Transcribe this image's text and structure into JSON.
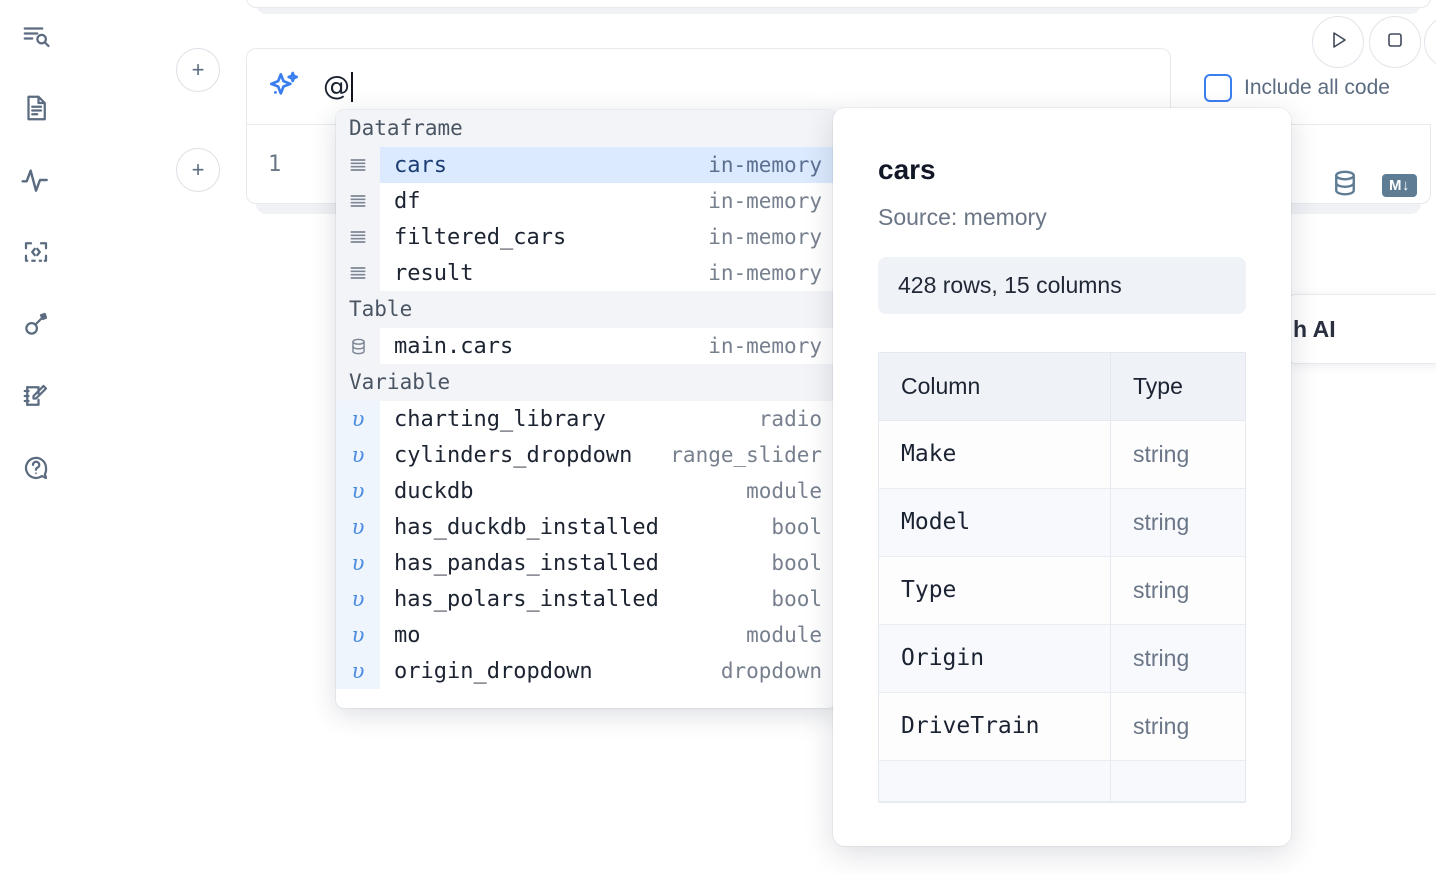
{
  "rail": {
    "items": [
      {
        "icon": "file-search-icon",
        "name": "sidebar-item-explore"
      },
      {
        "icon": "document-icon",
        "name": "sidebar-item-notebook"
      },
      {
        "icon": "activity-icon",
        "name": "sidebar-item-runtime"
      },
      {
        "icon": "code-snippet-icon",
        "name": "sidebar-item-snippets"
      },
      {
        "icon": "key-icon",
        "name": "sidebar-item-secrets"
      },
      {
        "icon": "notepad-edit-icon",
        "name": "sidebar-item-scratchpad"
      },
      {
        "icon": "help-chat-icon",
        "name": "sidebar-item-help"
      }
    ]
  },
  "toolbar": {
    "add_cell_label": "+",
    "run_icon": "play-icon",
    "stop_icon": "stop-square-icon",
    "include_all_code_label": "Include all code",
    "include_all_code_checked": false
  },
  "ai_prompt": {
    "icon": "sparkles-icon",
    "value": "@",
    "accent_color": "#3b7ef0"
  },
  "cell": {
    "line_number": "1",
    "database_icon": "database-icon",
    "markdown_badge": "M↓"
  },
  "ai_card": {
    "label": "h AI"
  },
  "autocomplete": {
    "groups": [
      {
        "label": "Dataframe",
        "icon": "dataframe-list-icon",
        "kind": "dataframe",
        "items": [
          {
            "name": "cars",
            "type": "in-memory",
            "selected": true
          },
          {
            "name": "df",
            "type": "in-memory",
            "selected": false
          },
          {
            "name": "filtered_cars",
            "type": "in-memory",
            "selected": false
          },
          {
            "name": "result",
            "type": "in-memory",
            "selected": false
          }
        ]
      },
      {
        "label": "Table",
        "icon": "database-icon",
        "kind": "table",
        "items": [
          {
            "name": "main.cars",
            "type": "in-memory",
            "selected": false
          }
        ]
      },
      {
        "label": "Variable",
        "icon": "variable-icon",
        "kind": "variable",
        "items": [
          {
            "name": "charting_library",
            "type": "radio",
            "selected": false
          },
          {
            "name": "cylinders_dropdown",
            "type": "range_slider",
            "selected": false
          },
          {
            "name": "duckdb",
            "type": "module",
            "selected": false
          },
          {
            "name": "has_duckdb_installed",
            "type": "bool",
            "selected": false
          },
          {
            "name": "has_pandas_installed",
            "type": "bool",
            "selected": false
          },
          {
            "name": "has_polars_installed",
            "type": "bool",
            "selected": false
          },
          {
            "name": "mo",
            "type": "module",
            "selected": false
          },
          {
            "name": "origin_dropdown",
            "type": "dropdown",
            "selected": false
          }
        ]
      }
    ],
    "variable_glyph": "υ"
  },
  "detail": {
    "title": "cars",
    "source": "Source: memory",
    "shape": "428 rows, 15 columns",
    "columns_header": "Column",
    "type_header": "Type",
    "rows": [
      {
        "column": "Make",
        "type": "string"
      },
      {
        "column": "Model",
        "type": "string"
      },
      {
        "column": "Type",
        "type": "string"
      },
      {
        "column": "Origin",
        "type": "string"
      },
      {
        "column": "DriveTrain",
        "type": "string"
      },
      {
        "column": "",
        "type": ""
      }
    ]
  }
}
